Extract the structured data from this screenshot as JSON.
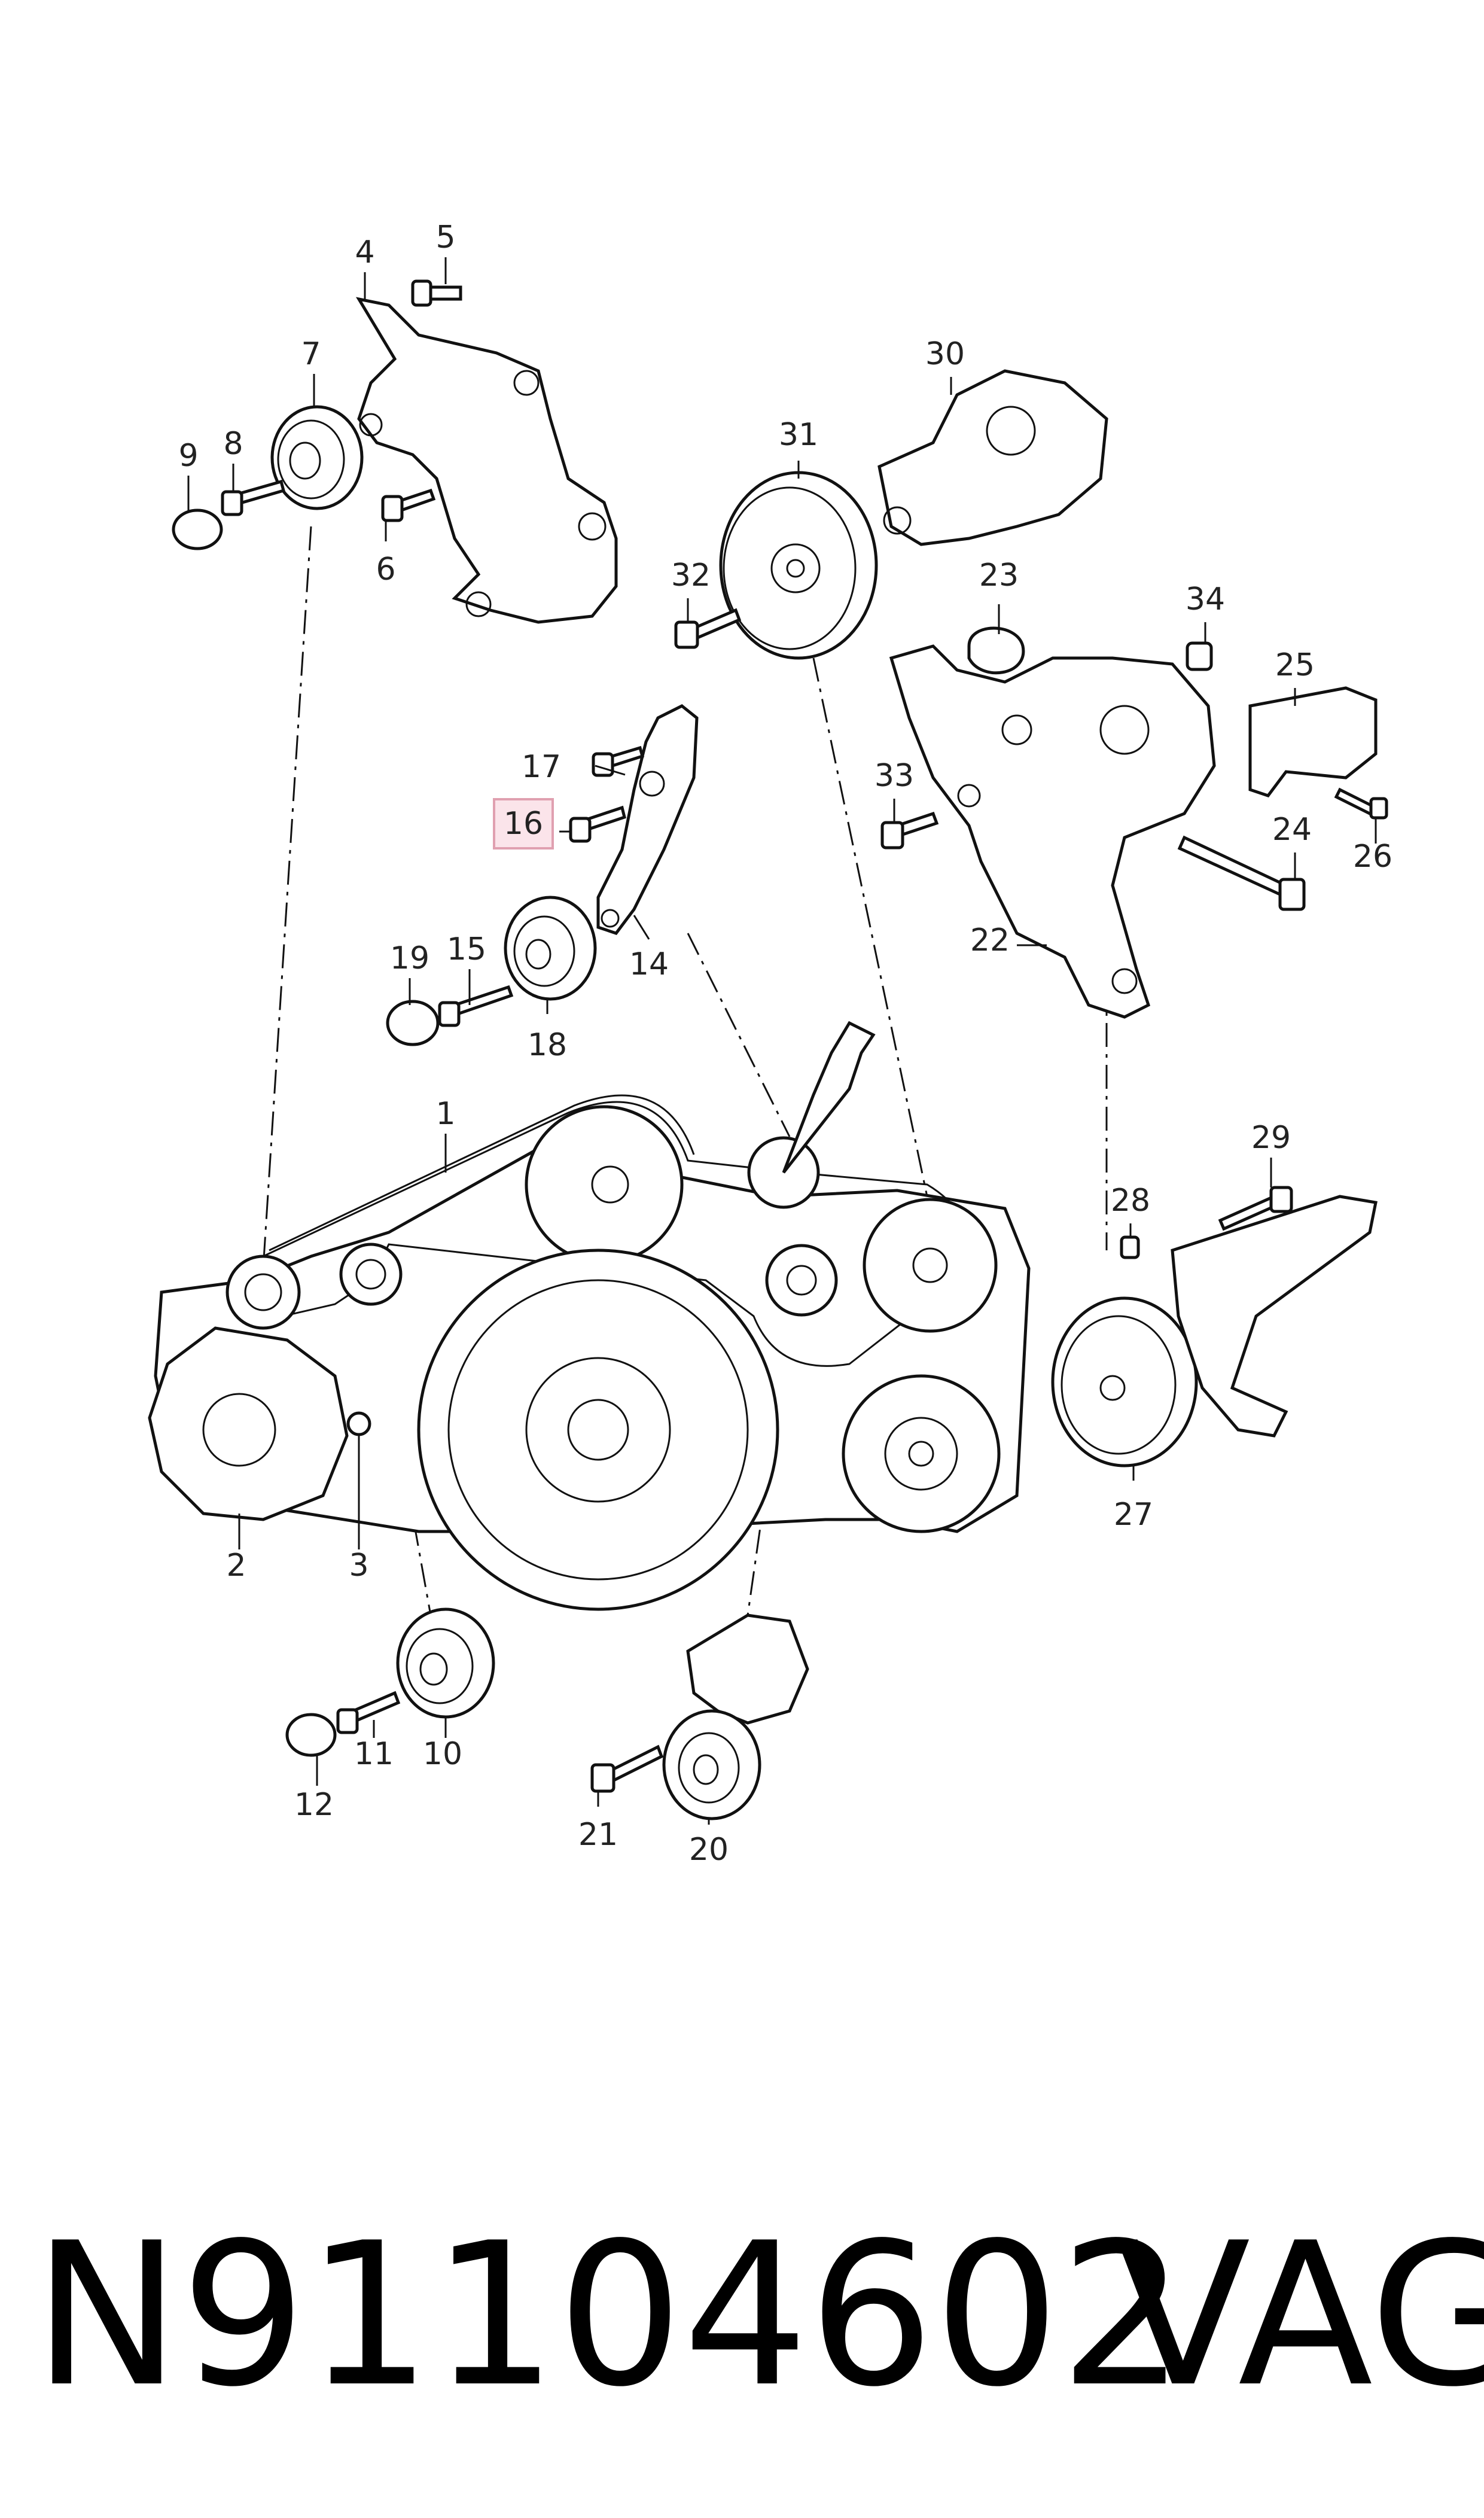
{
  "callouts": {
    "n1": "1",
    "n2": "2",
    "n3": "3",
    "n4": "4",
    "n5": "5",
    "n6": "6",
    "n7": "7",
    "n8": "8",
    "n9": "9",
    "n10": "10",
    "n11": "11",
    "n12": "12",
    "n14": "14",
    "n15": "15",
    "n16": "16",
    "n17": "17",
    "n18": "18",
    "n19": "19",
    "n20": "20",
    "n21": "21",
    "n22": "22",
    "n23": "23",
    "n24": "24",
    "n25": "25",
    "n26": "26",
    "n27": "27",
    "n28": "28",
    "n29": "29",
    "n30": "30",
    "n31": "31",
    "n32": "32",
    "n33": "33",
    "n34": "34"
  },
  "highlight": {
    "callout": "16",
    "color": "#e0a0b0",
    "fill": "#fbe4ea"
  },
  "footer": {
    "part_number": "N91104602",
    "brand": "VAG"
  }
}
